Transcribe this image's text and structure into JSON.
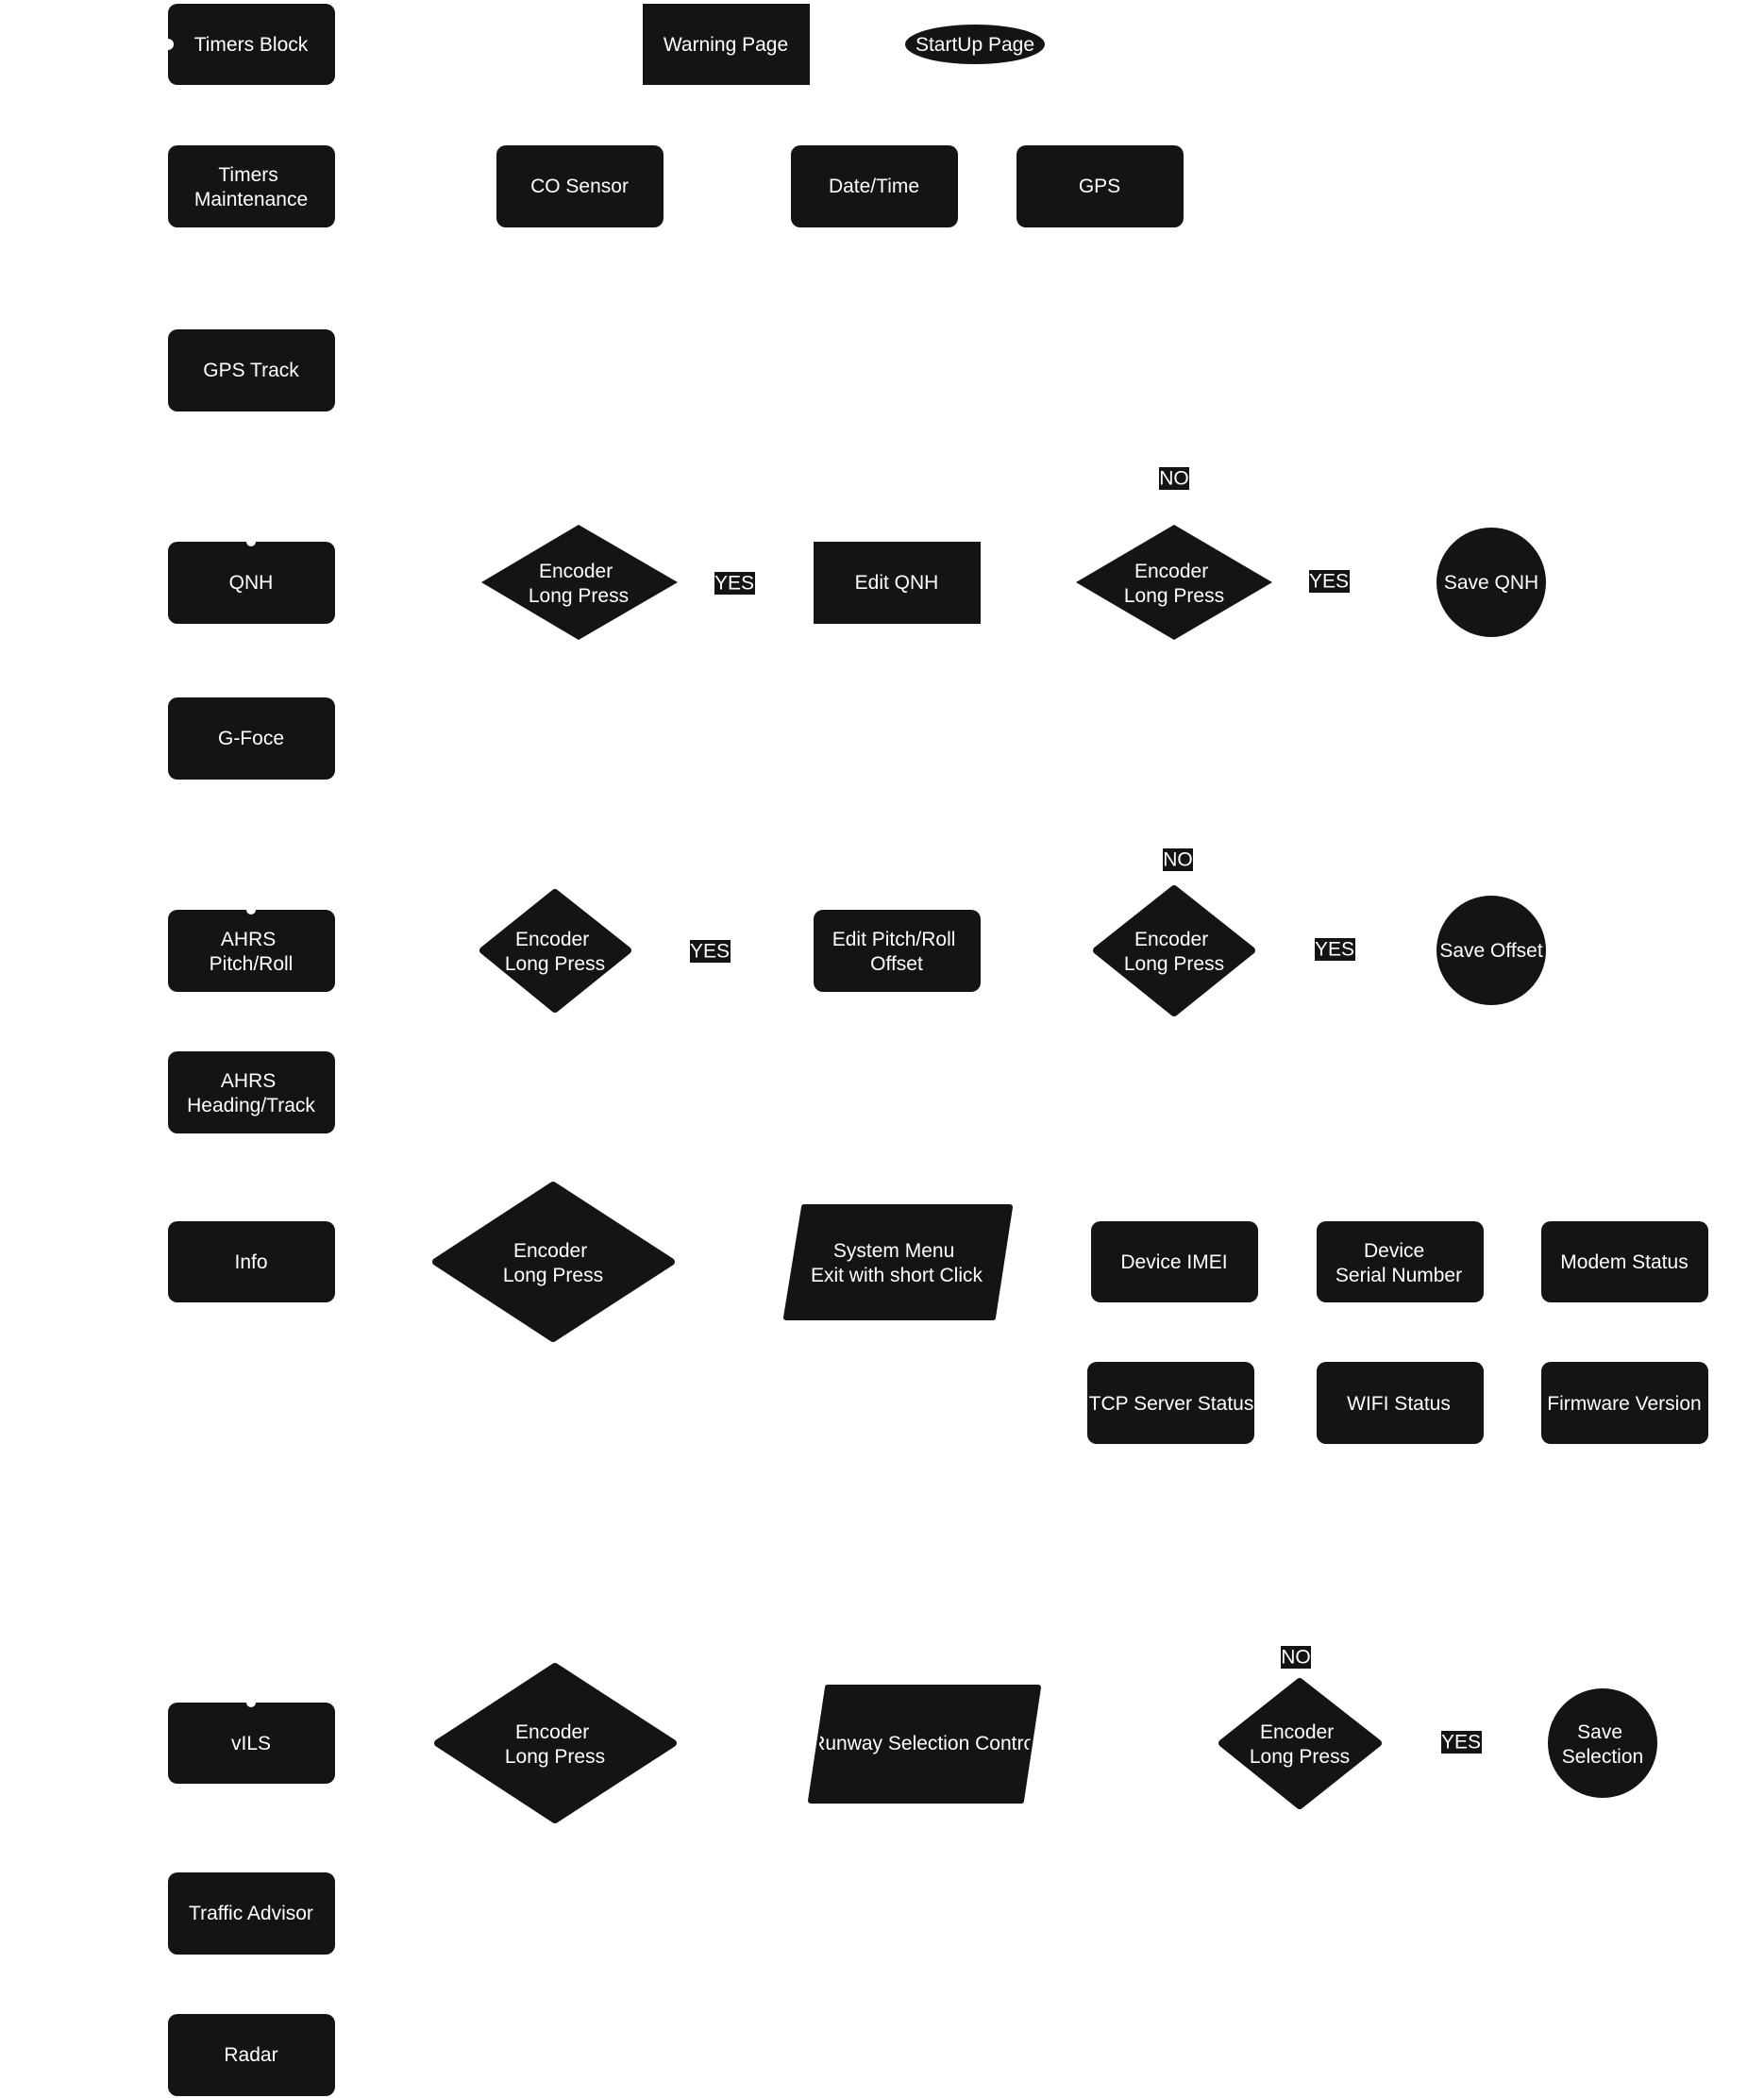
{
  "nodes": {
    "timers_block": {
      "label": [
        "Timers Block"
      ]
    },
    "warning_page": {
      "label": [
        "Warning Page"
      ]
    },
    "startup_page": {
      "label": [
        "StartUp Page"
      ]
    },
    "timers_maintenance": {
      "label": [
        "Timers",
        "Maintenance"
      ]
    },
    "co_sensor": {
      "label": [
        "CO Sensor"
      ]
    },
    "date_time": {
      "label": [
        "Date/Time"
      ]
    },
    "gps": {
      "label": [
        "GPS"
      ]
    },
    "gps_track": {
      "label": [
        "GPS Track"
      ]
    },
    "qnh": {
      "label": [
        "QNH"
      ]
    },
    "qnh_decision_1": {
      "label": [
        "Encoder",
        "Long Press"
      ]
    },
    "edit_qnh": {
      "label": [
        "Edit QNH"
      ]
    },
    "qnh_decision_2": {
      "label": [
        "Encoder",
        "Long Press"
      ]
    },
    "save_qnh": {
      "label": [
        "Save QNH"
      ]
    },
    "g_force": {
      "label": [
        "G-Foce"
      ]
    },
    "ahrs_pitch_roll": {
      "label": [
        "AHRS",
        "Pitch/Roll"
      ]
    },
    "ahrs_decision_1": {
      "label": [
        "Encoder",
        "Long Press"
      ]
    },
    "edit_pitch_roll": {
      "label": [
        "Edit Pitch/Roll",
        "Offset"
      ]
    },
    "ahrs_decision_2": {
      "label": [
        "Encoder",
        "Long Press"
      ]
    },
    "save_offset": {
      "label": [
        "Save Offset"
      ]
    },
    "ahrs_heading_track": {
      "label": [
        "AHRS",
        "Heading/Track"
      ]
    },
    "info": {
      "label": [
        "Info"
      ]
    },
    "info_decision": {
      "label": [
        "Encoder",
        "Long Press"
      ]
    },
    "system_menu": {
      "label": [
        "System Menu",
        "Exit with short Click"
      ]
    },
    "device_imei": {
      "label": [
        "Device IMEI"
      ]
    },
    "device_serial": {
      "label": [
        "Device",
        "Serial Number"
      ]
    },
    "modem_status": {
      "label": [
        "Modem Status"
      ]
    },
    "tcp_server_status": {
      "label": [
        "TCP Server Status"
      ]
    },
    "wifi_status": {
      "label": [
        "WIFI Status"
      ]
    },
    "firmware_version": {
      "label": [
        "Firmware Version"
      ]
    },
    "vils": {
      "label": [
        "vILS"
      ]
    },
    "vils_decision_1": {
      "label": [
        "Encoder",
        "Long Press"
      ]
    },
    "runway_selection": {
      "label": [
        "Runway Selection Control"
      ]
    },
    "vils_decision_2": {
      "label": [
        "Encoder",
        "Long Press"
      ]
    },
    "save_selection": {
      "label": [
        "Save",
        "Selection"
      ]
    },
    "traffic_advisor": {
      "label": [
        "Traffic Advisor"
      ]
    },
    "radar": {
      "label": [
        "Radar"
      ]
    }
  },
  "edge_labels": {
    "qnh_yes_1": "YES",
    "qnh_no": "NO",
    "qnh_yes_2": "YES",
    "ahrs_yes_1": "YES",
    "ahrs_no": "NO",
    "ahrs_yes_2": "YES",
    "vils_no": "NO",
    "vils_yes": "YES"
  },
  "colors": {
    "shape_fill": "#141414",
    "label_text": "#ffffff",
    "background": "#ffffff"
  }
}
